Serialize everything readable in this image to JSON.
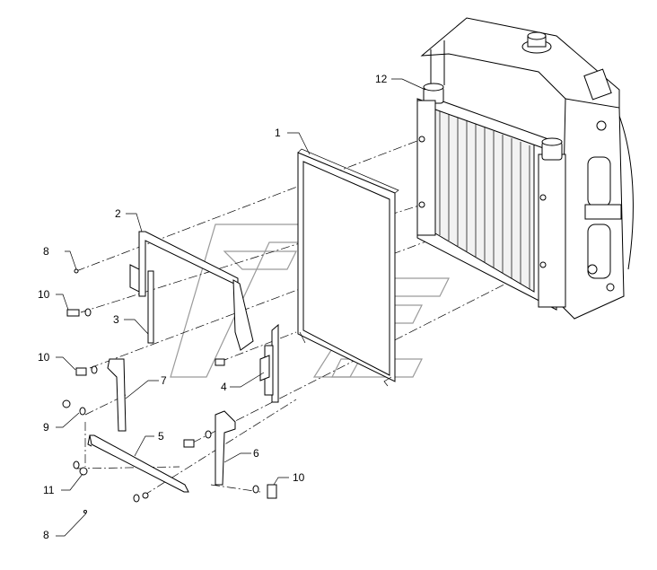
{
  "diagram": {
    "callouts": [
      {
        "id": "c1",
        "text": "1"
      },
      {
        "id": "c2",
        "text": "2"
      },
      {
        "id": "c3",
        "text": "3"
      },
      {
        "id": "c4",
        "text": "4"
      },
      {
        "id": "c5",
        "text": "5"
      },
      {
        "id": "c6",
        "text": "6"
      },
      {
        "id": "c7",
        "text": "7"
      },
      {
        "id": "c8a",
        "text": "8"
      },
      {
        "id": "c8b",
        "text": "8"
      },
      {
        "id": "c9",
        "text": "9"
      },
      {
        "id": "c10a",
        "text": "10"
      },
      {
        "id": "c10b",
        "text": "10"
      },
      {
        "id": "c10c",
        "text": "10"
      },
      {
        "id": "c11",
        "text": "11"
      },
      {
        "id": "c12",
        "text": "12"
      }
    ]
  }
}
